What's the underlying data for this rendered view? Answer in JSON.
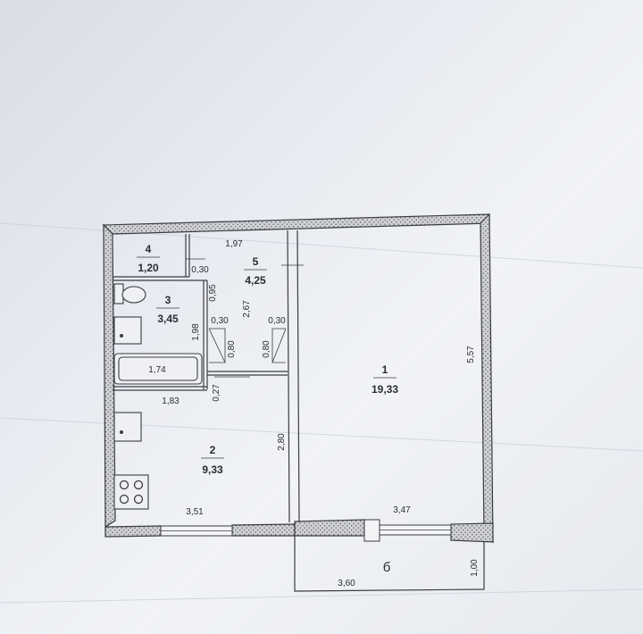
{
  "rooms": [
    {
      "number": "1",
      "area": "19,33"
    },
    {
      "number": "2",
      "area": "9,33"
    },
    {
      "number": "3",
      "area": "3,45"
    },
    {
      "number": "4",
      "area": "1,20"
    },
    {
      "number": "5",
      "area": "4,25"
    }
  ],
  "balcony_label": "б",
  "dimensions": {
    "d_1_97": "1,97",
    "d_0_30_a": "0,30",
    "d_0_95": "0,95",
    "d_0_30_b": "0,30",
    "d_2_67": "2,67",
    "d_0_30_c": "0,30",
    "d_1_98": "1,98",
    "d_0_80_a": "0,80",
    "d_0_80_b": "0,80",
    "d_1_74": "1,74",
    "d_0_27": "0,27",
    "d_1_83": "1,83",
    "d_2_80": "2,80",
    "d_5_57": "5,57",
    "d_3_51": "3,51",
    "d_3_47": "3,47",
    "d_3_60": "3,60",
    "d_1_00": "1,00"
  }
}
